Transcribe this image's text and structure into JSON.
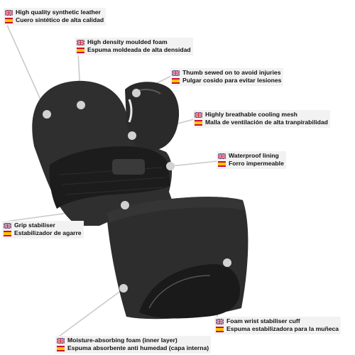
{
  "colors": {
    "background": "#ffffff",
    "label_bg": "#f2f2f2",
    "text": "#111111",
    "glove": "#2b2b2b",
    "leader_line": "#c8c8c8",
    "marker": "#cfcfcf",
    "uk_blue": "#1f3a8a",
    "uk_red": "#d3212c",
    "es_red": "#c8102e",
    "es_yellow": "#ffc400"
  },
  "icons": {
    "uk": "uk-flag-icon",
    "es": "spain-flag-icon"
  },
  "callouts": [
    {
      "id": "leather",
      "en": "High quality synthetic leather",
      "es": "Cuero sintético de alta calidad"
    },
    {
      "id": "foam",
      "en": "High density moulded foam",
      "es": "Espuma moldeada de alta densidad"
    },
    {
      "id": "thumb",
      "en": "Thumb sewed on to avoid injuries",
      "es": "Pulgar cosido para evitar lesiones"
    },
    {
      "id": "mesh",
      "en": "Highly breathable cooling mesh",
      "es": "Malla de ventilación de alta tranpirabilidad"
    },
    {
      "id": "lining",
      "en": "Waterproof lining",
      "es": "Forro impermeable"
    },
    {
      "id": "grip",
      "en": "Grip stabiliser",
      "es": "Estabilizador de agarre"
    },
    {
      "id": "cuff",
      "en": "Foam wrist stabiliser cuff",
      "es": "Espuma estabilizadora para la muñeca"
    },
    {
      "id": "moisture",
      "en": "Moisture-absorbing foam (inner layer)",
      "es": "Espuma absorbente anti humedad (capa interna)"
    }
  ]
}
